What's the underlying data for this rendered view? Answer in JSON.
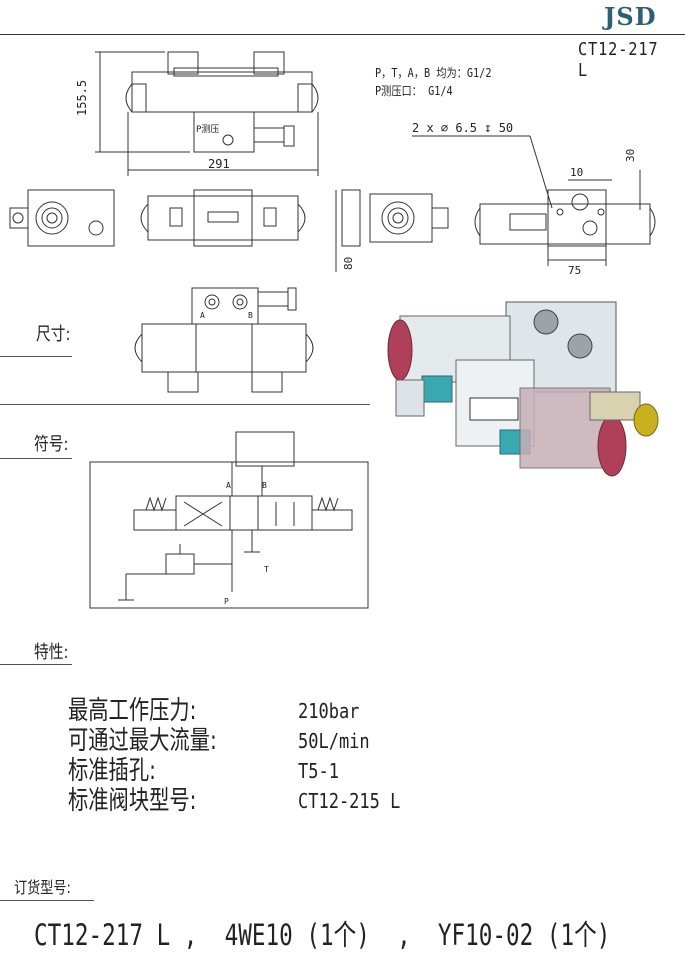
{
  "header": {
    "brand": "JSD",
    "model_code": "CT12-217 L"
  },
  "drawing": {
    "port_note_1": "P，T，A，B 均为：G1/2",
    "port_note_2": "P测压口： G1/4",
    "dim_height": "155.5",
    "dim_length": "291",
    "dim_holes": "2 x ∅ 6.5 ↧ 50",
    "dim_10": "10",
    "dim_30": "30",
    "dim_75": "75",
    "dim_80": "80",
    "label_p_gauge": "P测压",
    "label_a": "A",
    "label_b": "B",
    "label_p": "P",
    "label_t": "T"
  },
  "sections": {
    "dimensions": "尺寸:",
    "symbol": "符号:",
    "features": "特性:",
    "order": "订货型号:"
  },
  "specs": [
    {
      "label": "最高工作压力:",
      "value": "210bar"
    },
    {
      "label": "可通过最大流量:",
      "value": "50L/min"
    },
    {
      "label": "标准插孔:",
      "value": "T5-1"
    },
    {
      "label": "标准阀块型号:",
      "value": "CT12-215 L"
    }
  ],
  "order_line": "CT12-217 L ,  4WE10 (1个)  ,  YF10-02 (1个)",
  "colors": {
    "brand": "#2f5f73",
    "line": "#333333",
    "solenoid_red": "#b0405a",
    "valve_yellow": "#c8b020",
    "cyan": "#3aa8b0"
  }
}
